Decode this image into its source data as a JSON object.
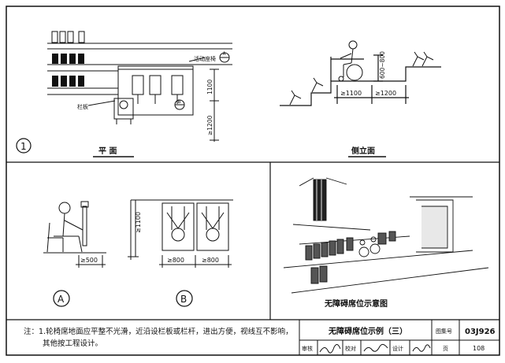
{
  "drawing": {
    "panel_1": {
      "number": "1",
      "plan_title": "平  面",
      "side_title": "侧立面",
      "label_movable_seat": "活动座椅",
      "label_railing": "栏板",
      "dim_1100": "1100",
      "dim_1200": "≥1200",
      "section_A": "A",
      "section_B": "B",
      "side_dim_height": "600~800",
      "side_dim_1100": "≥1100",
      "side_dim_1200": "≥1200"
    },
    "panel_A": {
      "marker": "A",
      "dim_500": "≥500"
    },
    "panel_B": {
      "marker": "B",
      "dim_1100": "≥1100",
      "dim_800_left": "≥800",
      "dim_800_right": "≥800"
    },
    "perspective": {
      "caption": "无障碍席位示意图"
    }
  },
  "title_block": {
    "notes": [
      "注：1.轮椅席地面应平整不光滑，近沿设栏板或栏杆，进出方便，视线互不影响，",
      "其他按工程设计。"
    ],
    "title": "无障碍席位示例（三）",
    "atlas_label": "图集号",
    "atlas_number": "03J926",
    "review_label": "审核",
    "check_label": "校对",
    "design_label": "设计",
    "page_label": "页",
    "page_number": "108"
  }
}
